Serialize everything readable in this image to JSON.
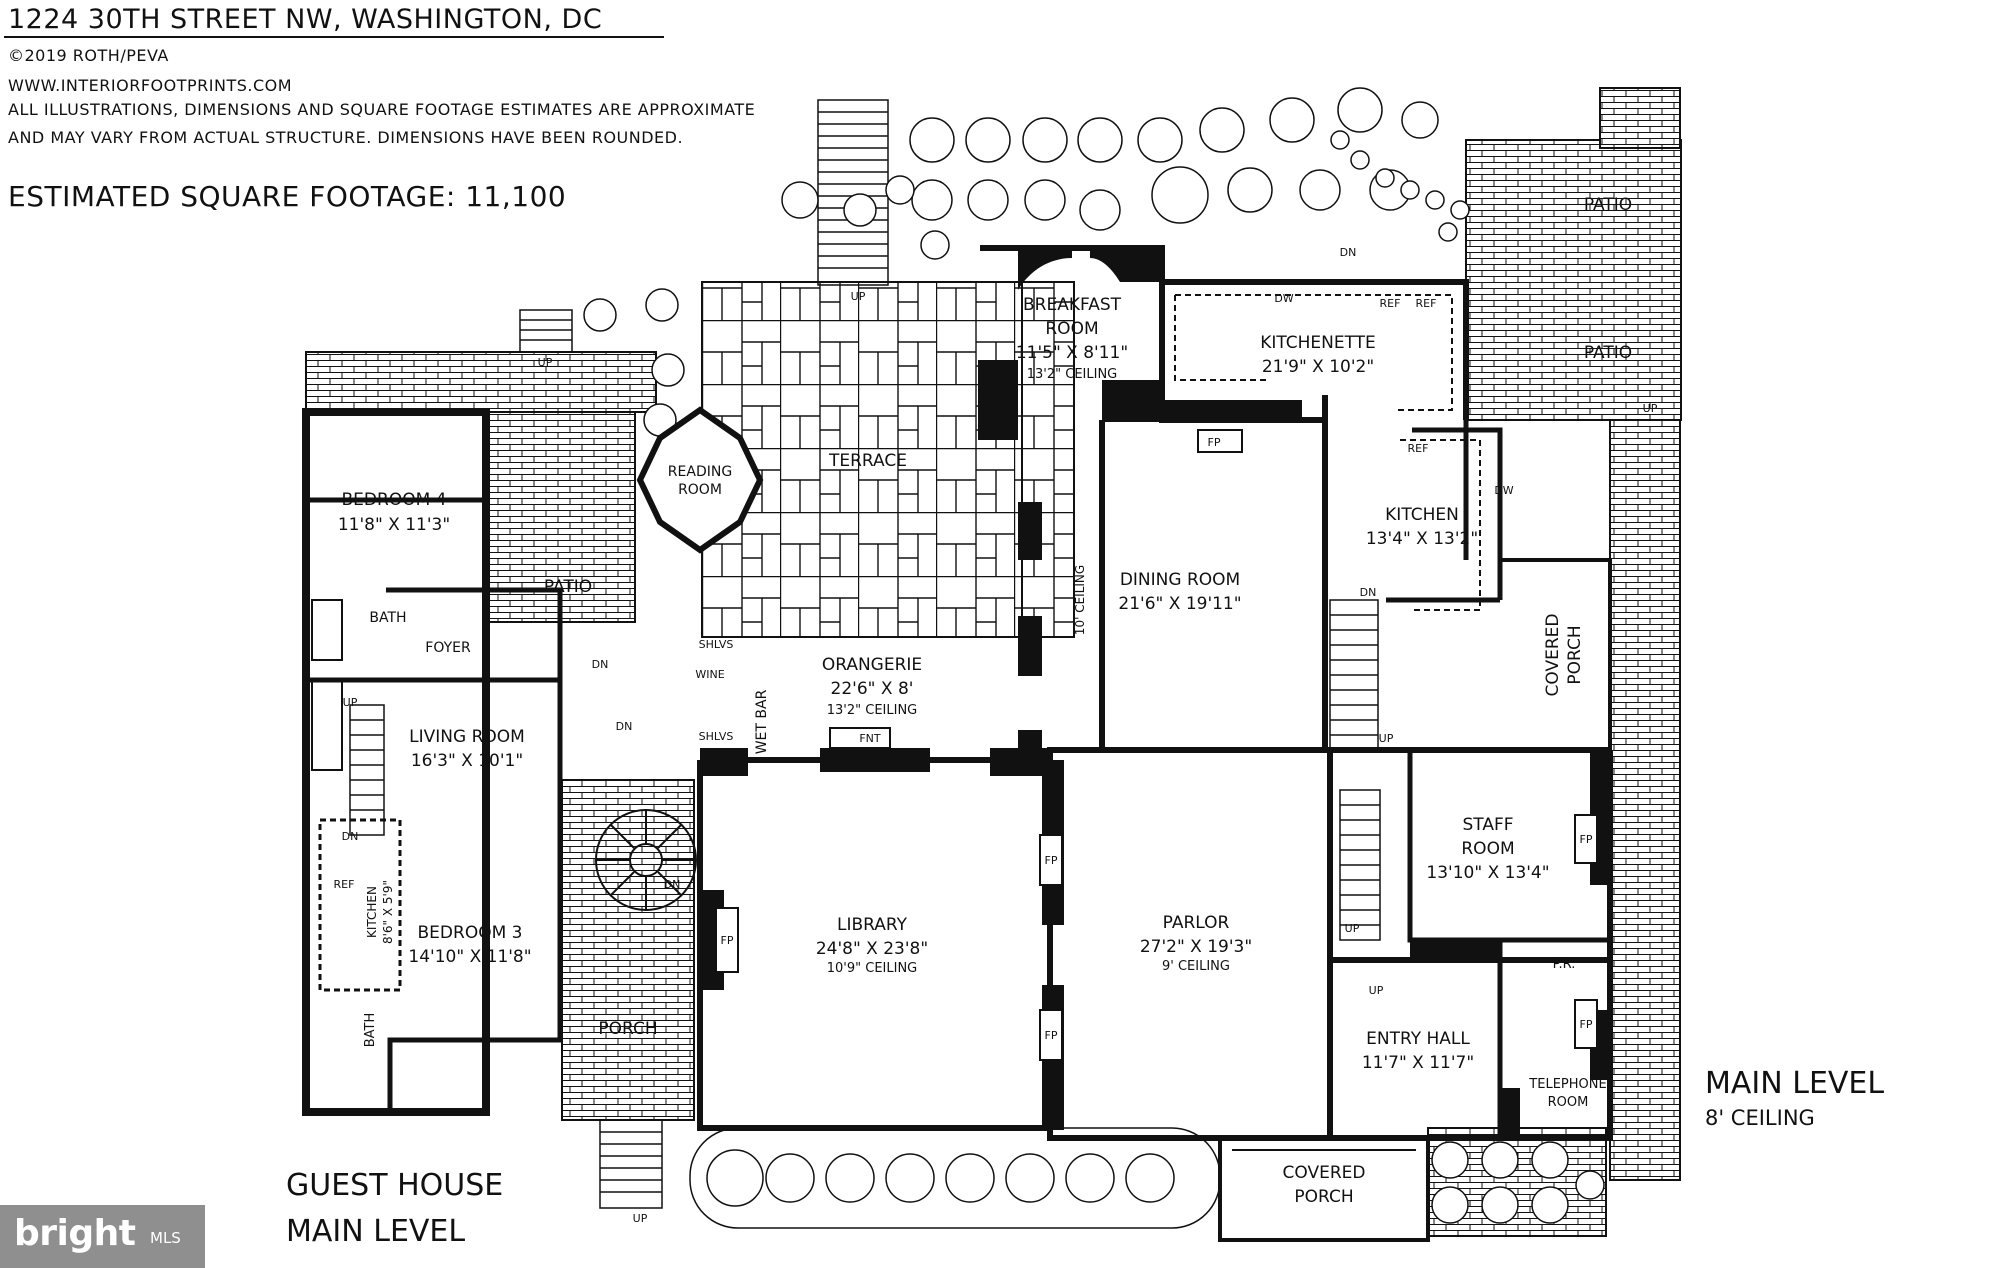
{
  "header": {
    "address": "1224 30TH STREET NW, WASHINGTON, DC",
    "copyright": "©2019 ROTH/PEVA",
    "website": "WWW.INTERIORFOOTPRINTS.COM",
    "disclaimer_line1": "ALL ILLUSTRATIONS, DIMENSIONS AND SQUARE FOOTAGE ESTIMATES ARE APPROXIMATE",
    "disclaimer_line2": "AND MAY VARY FROM ACTUAL STRUCTURE. DIMENSIONS HAVE BEEN ROUNDED.",
    "square_footage": "ESTIMATED SQUARE FOOTAGE: 11,100"
  },
  "levels": {
    "guest_house_line1": "GUEST HOUSE",
    "guest_house_line2": "MAIN LEVEL",
    "main_line1": "MAIN LEVEL",
    "main_line2": "8' CEILING"
  },
  "rooms": {
    "breakfast": {
      "name1": "BREAKFAST",
      "name2": "ROOM",
      "dims": "11'5\" X 8'11\"",
      "ceiling": "13'2\" CEILING"
    },
    "kitchenette": {
      "name": "KITCHENETTE",
      "dims": "21'9\" X 10'2\""
    },
    "reading": {
      "name1": "READING",
      "name2": "ROOM"
    },
    "terrace": {
      "name": "TERRACE"
    },
    "bedroom4": {
      "name": "BEDROOM 4",
      "dims": "11'8\" X 11'3\""
    },
    "patio_guest": {
      "name": "PATIO"
    },
    "patio_top": {
      "name": "PATIO"
    },
    "patio_right": {
      "name": "PATIO"
    },
    "bath_upper": {
      "name": "BATH"
    },
    "foyer": {
      "name": "FOYER"
    },
    "living": {
      "name": "LIVING ROOM",
      "dims": "16'3\" X 10'1\""
    },
    "bedroom3": {
      "name": "BEDROOM 3",
      "dims": "14'10\" X 11'8\""
    },
    "guest_kitchen": {
      "name": "KITCHEN",
      "dims": "8'6\" X 5'9\""
    },
    "bath_lower": {
      "name": "BATH"
    },
    "porch": {
      "name": "PORCH"
    },
    "orangerie": {
      "name": "ORANGERIE",
      "dims": "22'6\" X 8'",
      "ceiling": "13'2\" CEILING"
    },
    "wet_bar": {
      "name": "WET BAR"
    },
    "library": {
      "name": "LIBRARY",
      "dims": "24'8\" X 23'8\"",
      "ceiling": "10'9\" CEILING"
    },
    "dining": {
      "name": "DINING ROOM",
      "dims": "21'6\" X 19'11\""
    },
    "kitchen": {
      "name": "KITCHEN",
      "dims": "13'4\" X 13'2\""
    },
    "covered_porch_side": {
      "name1": "COVERED",
      "name2": "PORCH"
    },
    "staff": {
      "name1": "STAFF",
      "name2": "ROOM",
      "dims": "13'10\" X 13'4\""
    },
    "parlor": {
      "name": "PARLOR",
      "dims": "27'2\" X 19'3\"",
      "ceiling": "9' CEILING"
    },
    "entry": {
      "name": "ENTRY HALL",
      "dims": "11'7\" X 11'7\""
    },
    "telephone": {
      "name1": "TELEPHONE",
      "name2": "ROOM"
    },
    "powder": {
      "name": "P.R."
    },
    "covered_porch_front": {
      "name1": "COVERED",
      "name2": "PORCH"
    }
  },
  "annotations": {
    "ceiling_10": "10' CEILING",
    "fp": "FP",
    "fnt": "FNT",
    "ref": "REF",
    "dw": "DW",
    "shlvs": "SHLVS",
    "wine": "WINE",
    "up": "UP",
    "dn": "DN"
  },
  "logo": {
    "text": "bright",
    "suffix": "MLS"
  }
}
